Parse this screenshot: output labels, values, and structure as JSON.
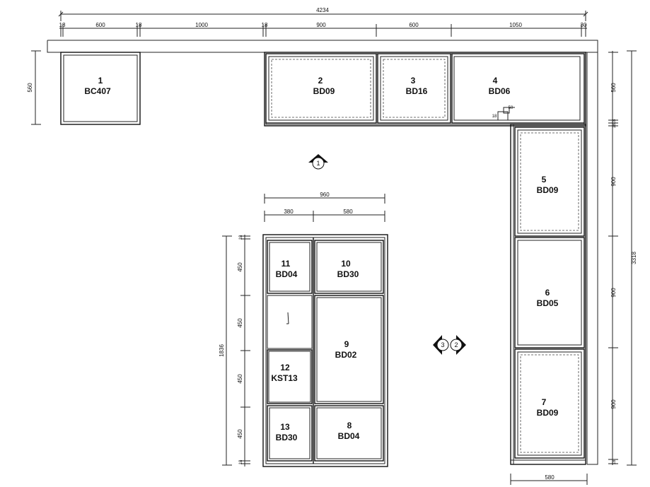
{
  "dimensions": {
    "top_total": "4234",
    "top_segments": [
      "18",
      "600",
      "18",
      "1000",
      "18",
      "900",
      "600",
      "1050",
      "30"
    ],
    "left_wall_depth": "560",
    "right_segments": [
      "560",
      "18",
      "18",
      "900",
      "900",
      "900",
      "18"
    ],
    "right_total": "3318",
    "bottom_right_depth": "580",
    "island_total_width": "960",
    "island_col_widths": [
      "380",
      "580"
    ],
    "island_height": "1836",
    "island_rows": [
      "18",
      "450",
      "450",
      "450",
      "450",
      "18"
    ],
    "small_gap_a": "50",
    "small_gap_b": "18"
  },
  "cabinets": [
    {
      "num": "1",
      "code": "BC407"
    },
    {
      "num": "2",
      "code": "BD09"
    },
    {
      "num": "3",
      "code": "BD16"
    },
    {
      "num": "4",
      "code": "BD06"
    },
    {
      "num": "5",
      "code": "BD09"
    },
    {
      "num": "6",
      "code": "BD05"
    },
    {
      "num": "7",
      "code": "BD09"
    },
    {
      "num": "8",
      "code": "BD04"
    },
    {
      "num": "9",
      "code": "BD02"
    },
    {
      "num": "10",
      "code": "BD30"
    },
    {
      "num": "11",
      "code": "BD04"
    },
    {
      "num": "12",
      "code": "KST13"
    },
    {
      "num": "13",
      "code": "BD30"
    }
  ],
  "view_markers": [
    "1",
    "2",
    "3"
  ]
}
